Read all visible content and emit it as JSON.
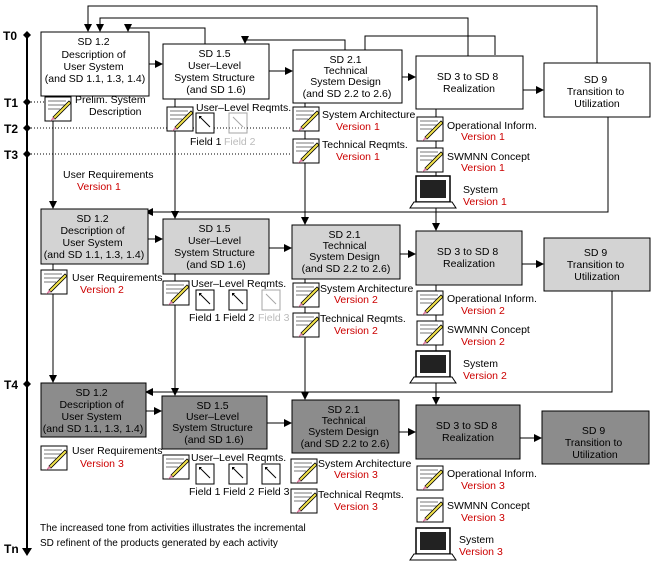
{
  "timeline": {
    "labels": [
      "T0",
      "T1",
      "T2",
      "T3",
      "T4",
      "Tn"
    ]
  },
  "rows": [
    {
      "fill": "#ffffff",
      "sd12": [
        "SD 1.2",
        "Description of",
        "User System",
        "(and SD 1.1, 1.3, 1.4)"
      ],
      "sd15": [
        "SD 1.5",
        "User–Level",
        "System Structure",
        "(and SD 1.6)"
      ],
      "sd21": [
        "SD 2.1",
        "Technical",
        "System Design",
        "(and SD 2.2 to 2.6)"
      ],
      "sd38": [
        "SD 3 to SD 8",
        "Realization"
      ],
      "sd9": [
        "SD 9",
        "Transition to",
        "Utilization"
      ]
    },
    {
      "fill": "#d3d3d3",
      "sd12": [
        "SD 1.2",
        "Description of",
        "User System",
        "(and SD 1.1, 1.3, 1.4)"
      ],
      "sd15": [
        "SD 1.5",
        "User–Level",
        "System Structure",
        "(and SD 1.6)"
      ],
      "sd21": [
        "SD 2.1",
        "Technical",
        "System Design",
        "(and SD 2.2 to 2.6)"
      ],
      "sd38": [
        "SD 3 to SD 8",
        "Realization"
      ],
      "sd9": [
        "SD 9",
        "Transition to",
        "Utilization"
      ]
    },
    {
      "fill": "#8c8c8c",
      "sd12": [
        "SD 1.2",
        "Description of",
        "User System",
        "(and SD 1.1, 1.3, 1.4)"
      ],
      "sd15": [
        "SD 1.5",
        "User–Level",
        "System Structure",
        "(and SD 1.6)"
      ],
      "sd21": [
        "SD 2.1",
        "Technical",
        "System Design",
        "(and SD 2.2 to 2.6)"
      ],
      "sd38": [
        "SD 3 to SD 8",
        "Realization"
      ],
      "sd9": [
        "SD 9",
        "Transition to",
        "Utilization"
      ]
    }
  ],
  "products": {
    "prelim": [
      "Prelim. System",
      "Description"
    ],
    "user_requirements": "User Requirements",
    "user_level_reqmts": "User–Level Reqmts.",
    "system_architecture": "System Architecture",
    "technical_reqmts": "Technical Reqmts.",
    "operational_inform": "Operational Inform.",
    "swmnn_concept": "SWMNN Concept",
    "system": "System",
    "field1": "Field 1",
    "field2": "Field 2",
    "field3": "Field 3",
    "version1": "Version 1",
    "version2": "Version 2",
    "version3": "Version 3"
  },
  "note": [
    "The increased tone from activities illustrates the incremental",
    "SD refinent  of the products generated by each activity"
  ],
  "colors": {
    "version": "#cc0000",
    "row1": "#ffffff",
    "row2": "#d3d3d3",
    "row3": "#8c8c8c"
  }
}
